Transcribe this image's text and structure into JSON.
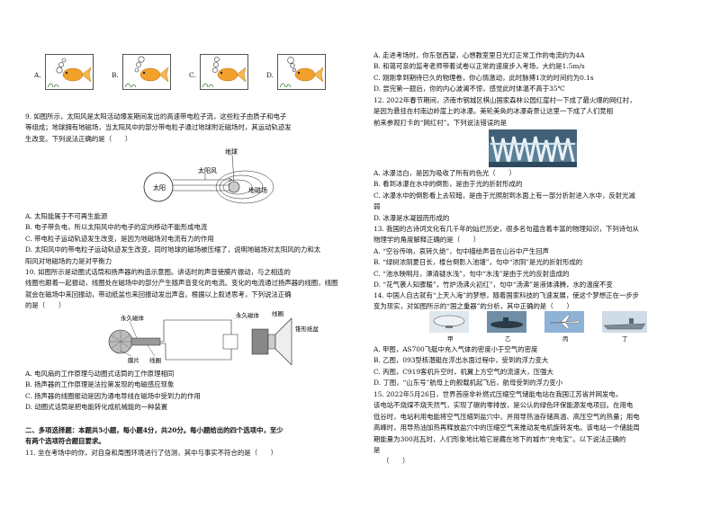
{
  "left": {
    "fish_options": [
      "A.",
      "B.",
      "C.",
      "D."
    ],
    "q9": [
      "9. 如图所示，太阳风是太阳活动爆发期间发出的高速带电粒子流，这些粒子由质子和电子",
      "等组成；地球拥有地磁场，当太阳风中的部分带电粒子通过地球附近磁场时，其运动轨迹发",
      "生改变。下列说法正确的是（　　）"
    ],
    "diagram1": {
      "earth": "地球",
      "wind": "太阳风",
      "sun": "太阳",
      "field": "地磁场"
    },
    "q9_opts": [
      "A. 太阳能属于不可再生能源",
      "B. 电子带负电，所以太阳风中的电子的定向移动不能形成电流",
      "C. 带电粒子运动轨迹发生改变，是因为地磁场对电流有力的作用",
      "D. 太阳风中的带电粒子运动轨迹发生改变，同时地球的磁场被压缩了，说明地磁场对太阳风的力和太",
      "阳风对地磁场的力是对平衡力"
    ],
    "q10": [
      "10. 如图所示是动圈式话筒和扬声器的构造示意图。讲话时的声音使膜片振动，与之相连的",
      "线圈也跟着一起振动，线圈处在磁场中的部分产生随声音变化的电流。变化的电流通过扬声器的线圈，线圈",
      "就会在磁场中来回振动，带动纸盆也来回振动发出声音。根据以上叙述思考，下列说法正确",
      "的是（　　）"
    ],
    "diagram2": {
      "magnet": "永久磁体",
      "film": "膜片",
      "coil": "线圈",
      "magnet2": "永久磁体",
      "coil2": "线圈",
      "cone": "锥形纸盆"
    },
    "q10_opts": [
      "A. 电风扇的工作原理与动圈式话筒的工作原理相同",
      "B. 扬声器的工作原理是法拉第发现的电磁感应现象",
      "C. 扬声器的线圈振动是因为通电导线在磁场中受到力的作用",
      "D. 动圈式话筒是把电能转化成机械能的一种装置"
    ],
    "section2": [
      "二、多项选择题：本题共5小题，每小题4分，共20分。每小题给出的四个选项中，至少",
      "有两个选项符合题目要求。"
    ],
    "q11": "11. 坐在考场中的你，对自身和周围环境进行了估测，其中与事实不符合的是（　　）"
  },
  "right": {
    "q11_opts": [
      "A. 走进考场时，你东张西望，心想教室里日光灯正常工作的电流约为4A",
      "B. 和蔼可亲的监考老师带着试卷以正常的速度步入考场，大约是1.5m/s",
      "C. 刚刚拿到期待已久的物理卷，你心情激动，此时脉搏1次的时间约为0.1s",
      "D. 尝完第一题后，你的内心波澜不惊，感觉此时体温不高于35℃"
    ],
    "q12": [
      "12. 2022年春节期间，济南市钢城区棋山国家森林公园红崖村一下成了最火爆的网红村，",
      "是因为悬挂在村南边岭崖上的冰瀑。美轮美奂的冰瀑奇景让这里一下成了人们竞相",
      "前来参观打卡的“网红村”。下列说法错误的是"
    ],
    "q12_opts": [
      "A. 冰瀑洁白，是因为吸收了所有的色光（　　）",
      "B. 看到冰瀑在水中的倒影，是由于光的折射形成的",
      "C. 冰瀑水中的倒影看上去较暗，是由于光照射到水面上有一部分折射进入水中，反射光减",
      "弱",
      "D. 冰瀑是水凝固而形成的"
    ],
    "q13": [
      "13. 我国的古诗词文化有几千年的灿烂历史，很多名句蕴含着丰富的物理知识，下列诗句从",
      "物理学的角度解释正确的是（　　）"
    ],
    "q13_opts": [
      "A. “空谷传响，哀转久绝”，句中描绘声音在山谷中产生回声",
      "B. “绿树浓阴夏日长，楼台倒影入池塘”，句中“浓阴”是光的折射形成的",
      "C. “池水映明月，潭清疑水浅”，句中“水浅”是由于光的反射造成的",
      "D. “花气袭人知骤暖”，竹炉汤沸火初红”，句中“汤沸”是液体沸腾，水的温度不变"
    ],
    "q14": [
      "14. 中国人自古就有“上天入海”的梦想，随着国家科技的飞速发展，使这个梦想正在一步步",
      "变为现实，对如图所示的“国之重器”的分析，其中正确的是（　　）"
    ],
    "q14_img_labels": [
      "甲",
      "乙",
      "丙",
      "丁"
    ],
    "q14_opts": [
      "A. 甲图，AS700飞艇中充入气体的密度小于空气的密度",
      "B. 乙图，093型核潜艇在浮出水面过程中，受到的浮力变大",
      "C. 丙图，C919客机升空时，机翼上方空气的流速大，压强大",
      "D. 丁图，“山东号”航母上的舰载机起飞后，航母受到的浮力变小"
    ],
    "q15": [
      "15. 2022年5月26日，世界首座非补燃式压缩空气储能电站在我国江苏省并网发电，",
      "该电站不烧煤不烧天然气，实现了碳的零排放，是公认的绿色环保能源发电项目。在用电",
      "低谷时，电站利用电能将空气压缩到盐穴中，并用导热油存储高温、高压空气的热量；用电",
      "高峰时，用导热油加热再释放盐穴中的压缩空气来推动发电机旋转发电。该电站一个储能周",
      "期能量为300兆瓦时，人们形象地比喻它是藏在地下的城市“充电宝”。以下说法正确的",
      "是",
      "（　　）"
    ]
  }
}
